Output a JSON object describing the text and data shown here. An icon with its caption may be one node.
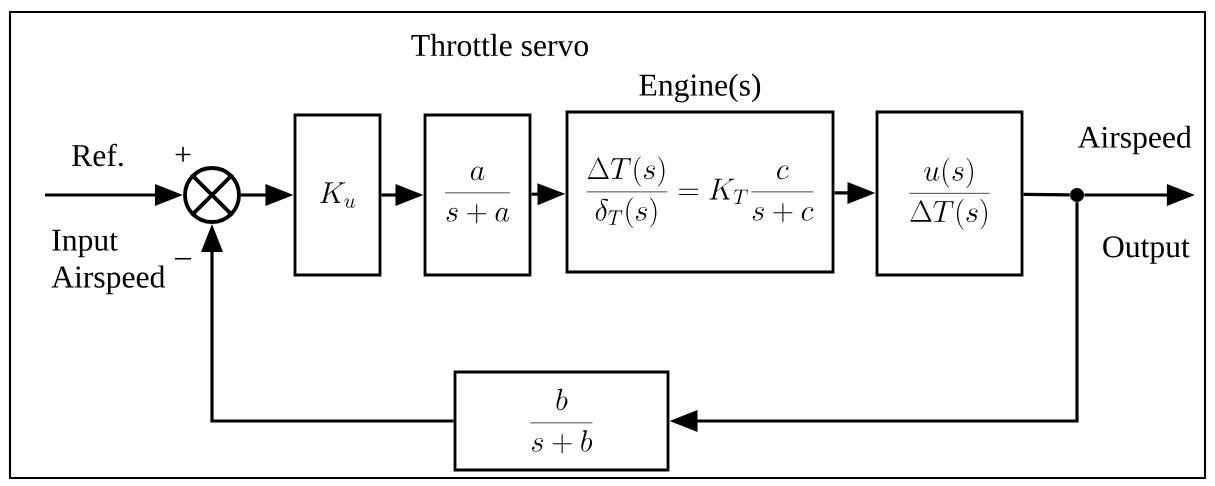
{
  "diagram": {
    "nodes": [
      {
        "text": [],
        "shape": "circle"
      },
      {
        "text": [
          "K_u"
        ]
      },
      {
        "text": [
          "\\frac{a}{s + a}"
        ],
        "beside": [
          "Throttle servo"
        ]
      },
      {
        "text": [
          "Engine(s)",
          "\\frac{\\Delta T(s)}{\\delta_T(s)} = K_T\\frac{c}{s + c}"
        ]
      },
      {
        "text": [
          "\\frac{u(s)}{\\Delta T(s)}"
        ]
      },
      {
        "text": [],
        "shape": "circle"
      },
      {
        "text": [
          "\\frac{b}{s + b}"
        ]
      }
    ],
    "edges": [
      {
        "from": null,
        "to": 0,
        "arrow": "to"
      },
      {
        "from": 0,
        "to": 1,
        "arrow": "to"
      },
      {
        "from": 1,
        "to": 2,
        "arrow": "to"
      },
      {
        "from": 2,
        "to": 3,
        "arrow": "to"
      },
      {
        "from": 3,
        "to": 4,
        "arrow": "to"
      },
      {
        "from": 4,
        "to": 5,
        "arrow": "none"
      },
      {
        "from": 5,
        "to": null,
        "arrow": "to"
      },
      {
        "from": 5,
        "to": 6,
        "arrow": "to"
      },
      {
        "from": 6,
        "to": 0,
        "arrow": "to"
      }
    ],
    "labels": [
      "Ref.",
      "+",
      "Input Airspeed",
      "–",
      "Airspeed",
      "Output"
    ]
  }
}
